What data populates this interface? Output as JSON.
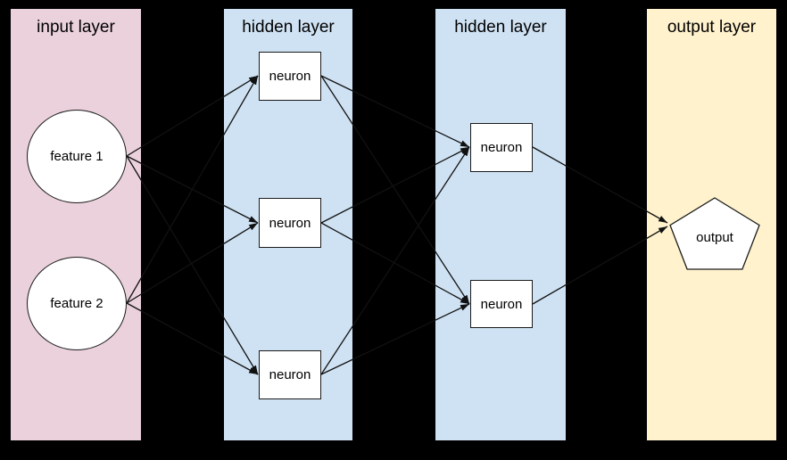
{
  "canvas": {
    "background_color": "#000000",
    "node_fill_color": "#ffffff",
    "stroke_color": "#1a1a1a"
  },
  "layers": [
    {
      "id": "input",
      "title": "input layer",
      "color": "#ead1dc",
      "nodes": [
        {
          "id": "feature-1",
          "label": "feature 1",
          "shape": "circle"
        },
        {
          "id": "feature-2",
          "label": "feature 2",
          "shape": "circle"
        }
      ]
    },
    {
      "id": "hidden-1",
      "title": "hidden layer",
      "color": "#cfe2f3",
      "nodes": [
        {
          "id": "h1-n1",
          "label": "neuron",
          "shape": "rect"
        },
        {
          "id": "h1-n2",
          "label": "neuron",
          "shape": "rect"
        },
        {
          "id": "h1-n3",
          "label": "neuron",
          "shape": "rect"
        }
      ]
    },
    {
      "id": "hidden-2",
      "title": "hidden layer",
      "color": "#cfe2f3",
      "nodes": [
        {
          "id": "h2-n1",
          "label": "neuron",
          "shape": "rect"
        },
        {
          "id": "h2-n2",
          "label": "neuron",
          "shape": "rect"
        }
      ]
    },
    {
      "id": "output",
      "title": "output layer",
      "color": "#fff2cc",
      "nodes": [
        {
          "id": "output",
          "label": "output",
          "shape": "pentagon"
        }
      ]
    }
  ],
  "connections": [
    {
      "from": "feature-1",
      "to": "h1-n1"
    },
    {
      "from": "feature-1",
      "to": "h1-n2"
    },
    {
      "from": "feature-1",
      "to": "h1-n3"
    },
    {
      "from": "feature-2",
      "to": "h1-n1"
    },
    {
      "from": "feature-2",
      "to": "h1-n2"
    },
    {
      "from": "feature-2",
      "to": "h1-n3"
    },
    {
      "from": "h1-n1",
      "to": "h2-n1"
    },
    {
      "from": "h1-n1",
      "to": "h2-n2"
    },
    {
      "from": "h1-n2",
      "to": "h2-n1"
    },
    {
      "from": "h1-n2",
      "to": "h2-n2"
    },
    {
      "from": "h1-n3",
      "to": "h2-n1"
    },
    {
      "from": "h1-n3",
      "to": "h2-n2"
    },
    {
      "from": "h2-n1",
      "to": "output"
    },
    {
      "from": "h2-n2",
      "to": "output"
    }
  ]
}
